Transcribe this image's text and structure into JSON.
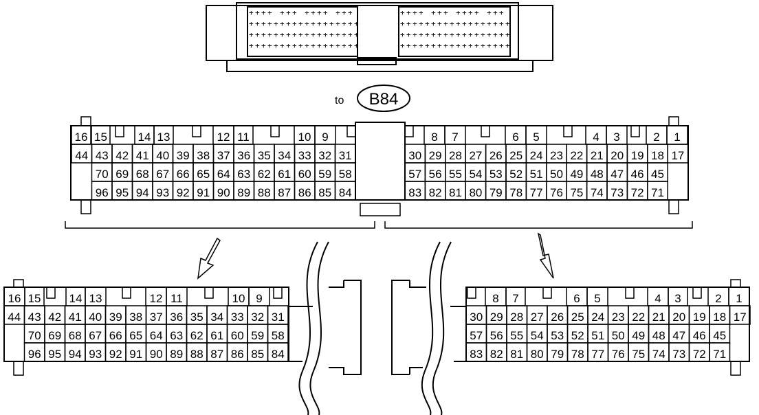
{
  "connector_label_prefix": "to",
  "connector_id": "B84",
  "full_view": {
    "row1_left": [
      "16",
      "15",
      "14",
      "13",
      "12",
      "11",
      "10",
      "9"
    ],
    "row1_right": [
      "8",
      "7",
      "6",
      "5",
      "4",
      "3",
      "2",
      "1"
    ],
    "row2_left": [
      "44",
      "43",
      "42",
      "41",
      "40",
      "39",
      "38",
      "37",
      "36",
      "35",
      "34",
      "33",
      "32",
      "31"
    ],
    "row2_right": [
      "30",
      "29",
      "28",
      "27",
      "26",
      "25",
      "24",
      "23",
      "22",
      "21",
      "20",
      "19",
      "18",
      "17"
    ],
    "row3_left": [
      "70",
      "69",
      "68",
      "67",
      "66",
      "65",
      "64",
      "63",
      "62",
      "61",
      "60",
      "59",
      "58"
    ],
    "row3_right": [
      "57",
      "56",
      "55",
      "54",
      "53",
      "52",
      "51",
      "50",
      "49",
      "48",
      "47",
      "46",
      "45"
    ],
    "row4_left": [
      "96",
      "95",
      "94",
      "93",
      "92",
      "91",
      "90",
      "89",
      "88",
      "87",
      "86",
      "85",
      "84"
    ],
    "row4_right": [
      "83",
      "82",
      "81",
      "80",
      "79",
      "78",
      "77",
      "76",
      "75",
      "74",
      "73",
      "72",
      "71"
    ]
  }
}
